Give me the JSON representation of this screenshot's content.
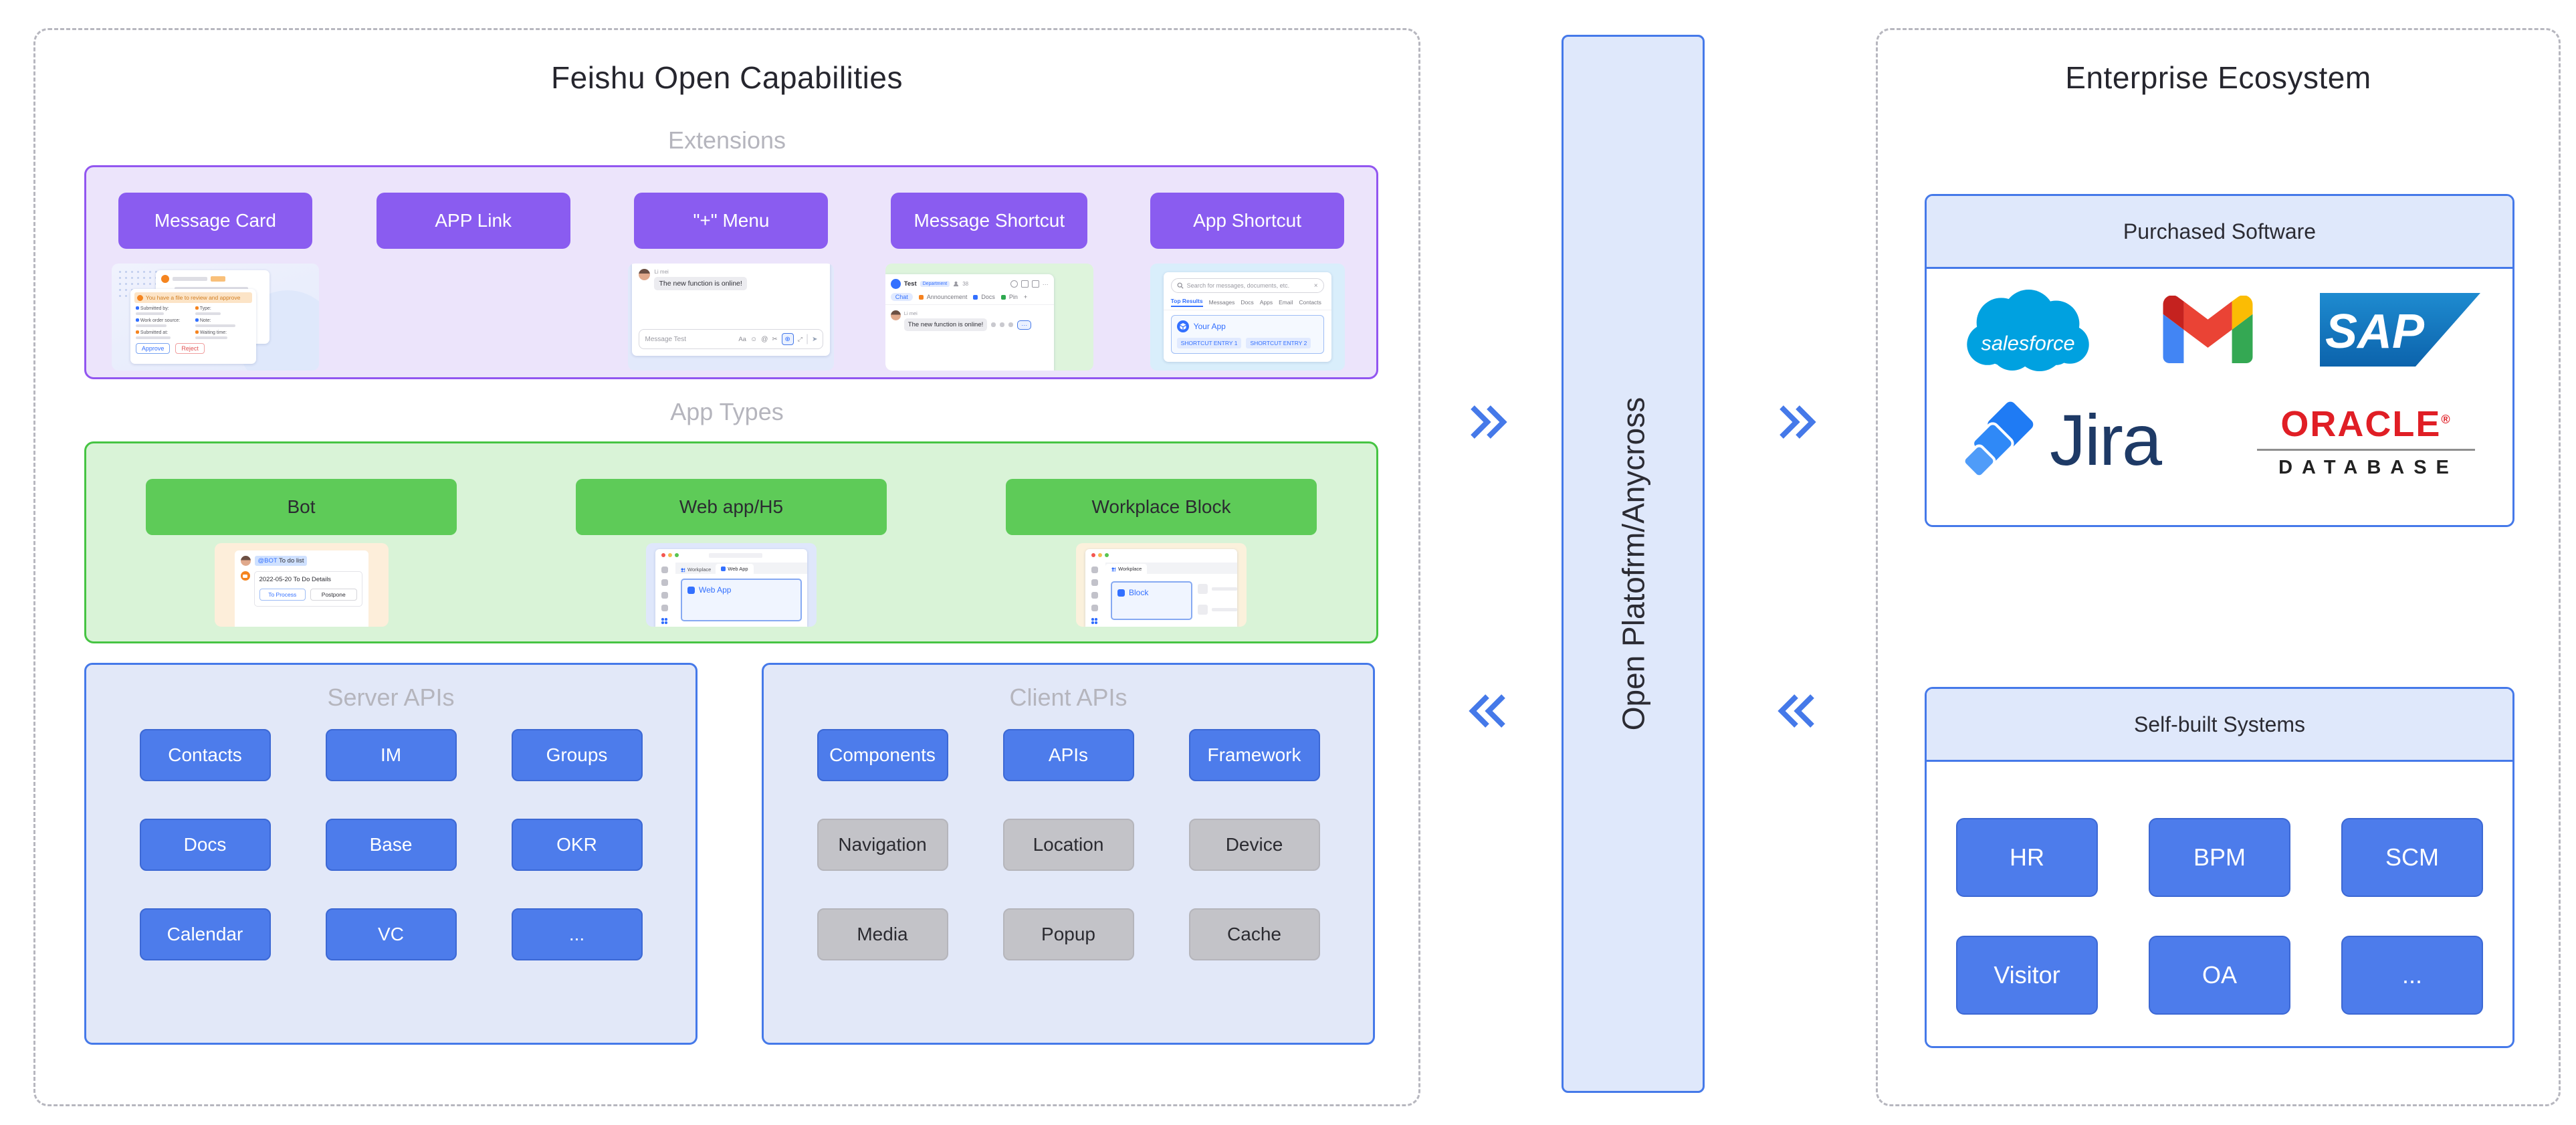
{
  "palette": {
    "accent_blue": "#4579E9",
    "button_blue": "#4D7CEB",
    "purple": "#8A5CF0",
    "purple_light": "#ECE4FB",
    "purple_border": "#9256F0",
    "green": "#5ECB58",
    "green_light": "#D9F3D7",
    "green_border": "#46C443",
    "panel_blue_light": "#E2E8F8",
    "bridge_fill": "#DFE8FB",
    "gray_button": "#C3C3C8",
    "dash_gray": "#B7B7BF",
    "title_dark": "#26262E",
    "label_gray": "#B5B5BD",
    "salesforce_blue": "#00A1E0",
    "sap_blue_top": "#1E8BD0",
    "sap_blue_bottom": "#0C63AC",
    "gmail_red": "#EA4335",
    "gmail_blue": "#4285F4",
    "gmail_green": "#34A853",
    "gmail_yellow": "#FBBC04",
    "jira_blue": "#2684FF",
    "oracle_red": "#E01E25"
  },
  "left_panel": {
    "title": "Feishu Open Capabilities",
    "extensions": {
      "label": "Extensions",
      "buttons": [
        "Message Card",
        "APP Link",
        "\"+\" Menu",
        "Message Shortcut",
        "App Shortcut"
      ]
    },
    "app_types": {
      "label": "App Types",
      "buttons": [
        "Bot",
        "Web app/H5",
        "Workplace Block"
      ]
    },
    "server_apis": {
      "label": "Server APIs",
      "buttons": [
        "Contacts",
        "IM",
        "Groups",
        "Docs",
        "Base",
        "OKR",
        "Calendar",
        "VC",
        "..."
      ]
    },
    "client_apis": {
      "label": "Client APIs",
      "primary_buttons": [
        "Components",
        "APIs",
        "Framework"
      ],
      "secondary_buttons": [
        "Navigation",
        "Location",
        "Device",
        "Media",
        "Popup",
        "Cache"
      ]
    }
  },
  "bridge": {
    "label": "Open Platofrm/Anycross"
  },
  "icons": {
    "forward": "double-chevron-right",
    "backward": "double-chevron-left"
  },
  "right_panel": {
    "title": "Enterprise Ecosystem",
    "purchased_software": {
      "header": "Purchased Software",
      "logos": {
        "salesforce": "salesforce",
        "gmail": "Gmail",
        "sap": "SAP",
        "jira": "Jira",
        "oracle_line1": "ORACLE",
        "oracle_reg": "®",
        "oracle_line2": "DATABASE"
      }
    },
    "self_built": {
      "header": "Self-built Systems",
      "buttons": [
        "HR",
        "BPM",
        "SCM",
        "Visitor",
        "OA",
        "..."
      ]
    }
  },
  "thumbnails": {
    "message_card": {
      "banner": "You have a file to review and approve",
      "fields": [
        "Submitted by:",
        "Type:",
        "Work order source:",
        "Note:",
        "Submitted at:",
        "Waiting time:"
      ],
      "approve": "Approve",
      "reject": "Reject"
    },
    "plus_menu": {
      "sender": "Li mei",
      "message": "The new function is online!",
      "input_placeholder": "Message Test",
      "format_icon": "Aa"
    },
    "message_shortcut": {
      "chat_title": "Test",
      "badge": "Department",
      "members": "38",
      "tabs": [
        "Chat",
        "Announcement",
        "Docs",
        "Pin",
        "+"
      ],
      "sender": "Li mei",
      "message": "The new function is online!",
      "more": "···"
    },
    "app_shortcut": {
      "search_placeholder": "Search for messages, documents, etc.",
      "tabs": [
        "Top Results",
        "Messages",
        "Docs",
        "Apps",
        "Email",
        "Contacts"
      ],
      "app_name": "Your App",
      "entries": [
        "SHORTCUT ENTRY 1",
        "SHORTCUT ENTRY 2"
      ]
    },
    "bot": {
      "mention": "@BOT",
      "mention_suffix": "To do list",
      "card_title": "2022-05-20 To Do Details",
      "process": "To Process",
      "postpone": "Postpone"
    },
    "web_app": {
      "tab1": "Workplace",
      "tab2": "Web App",
      "panel": "Web App"
    },
    "workplace_block": {
      "tab1": "Workplace",
      "panel": "Block"
    }
  }
}
